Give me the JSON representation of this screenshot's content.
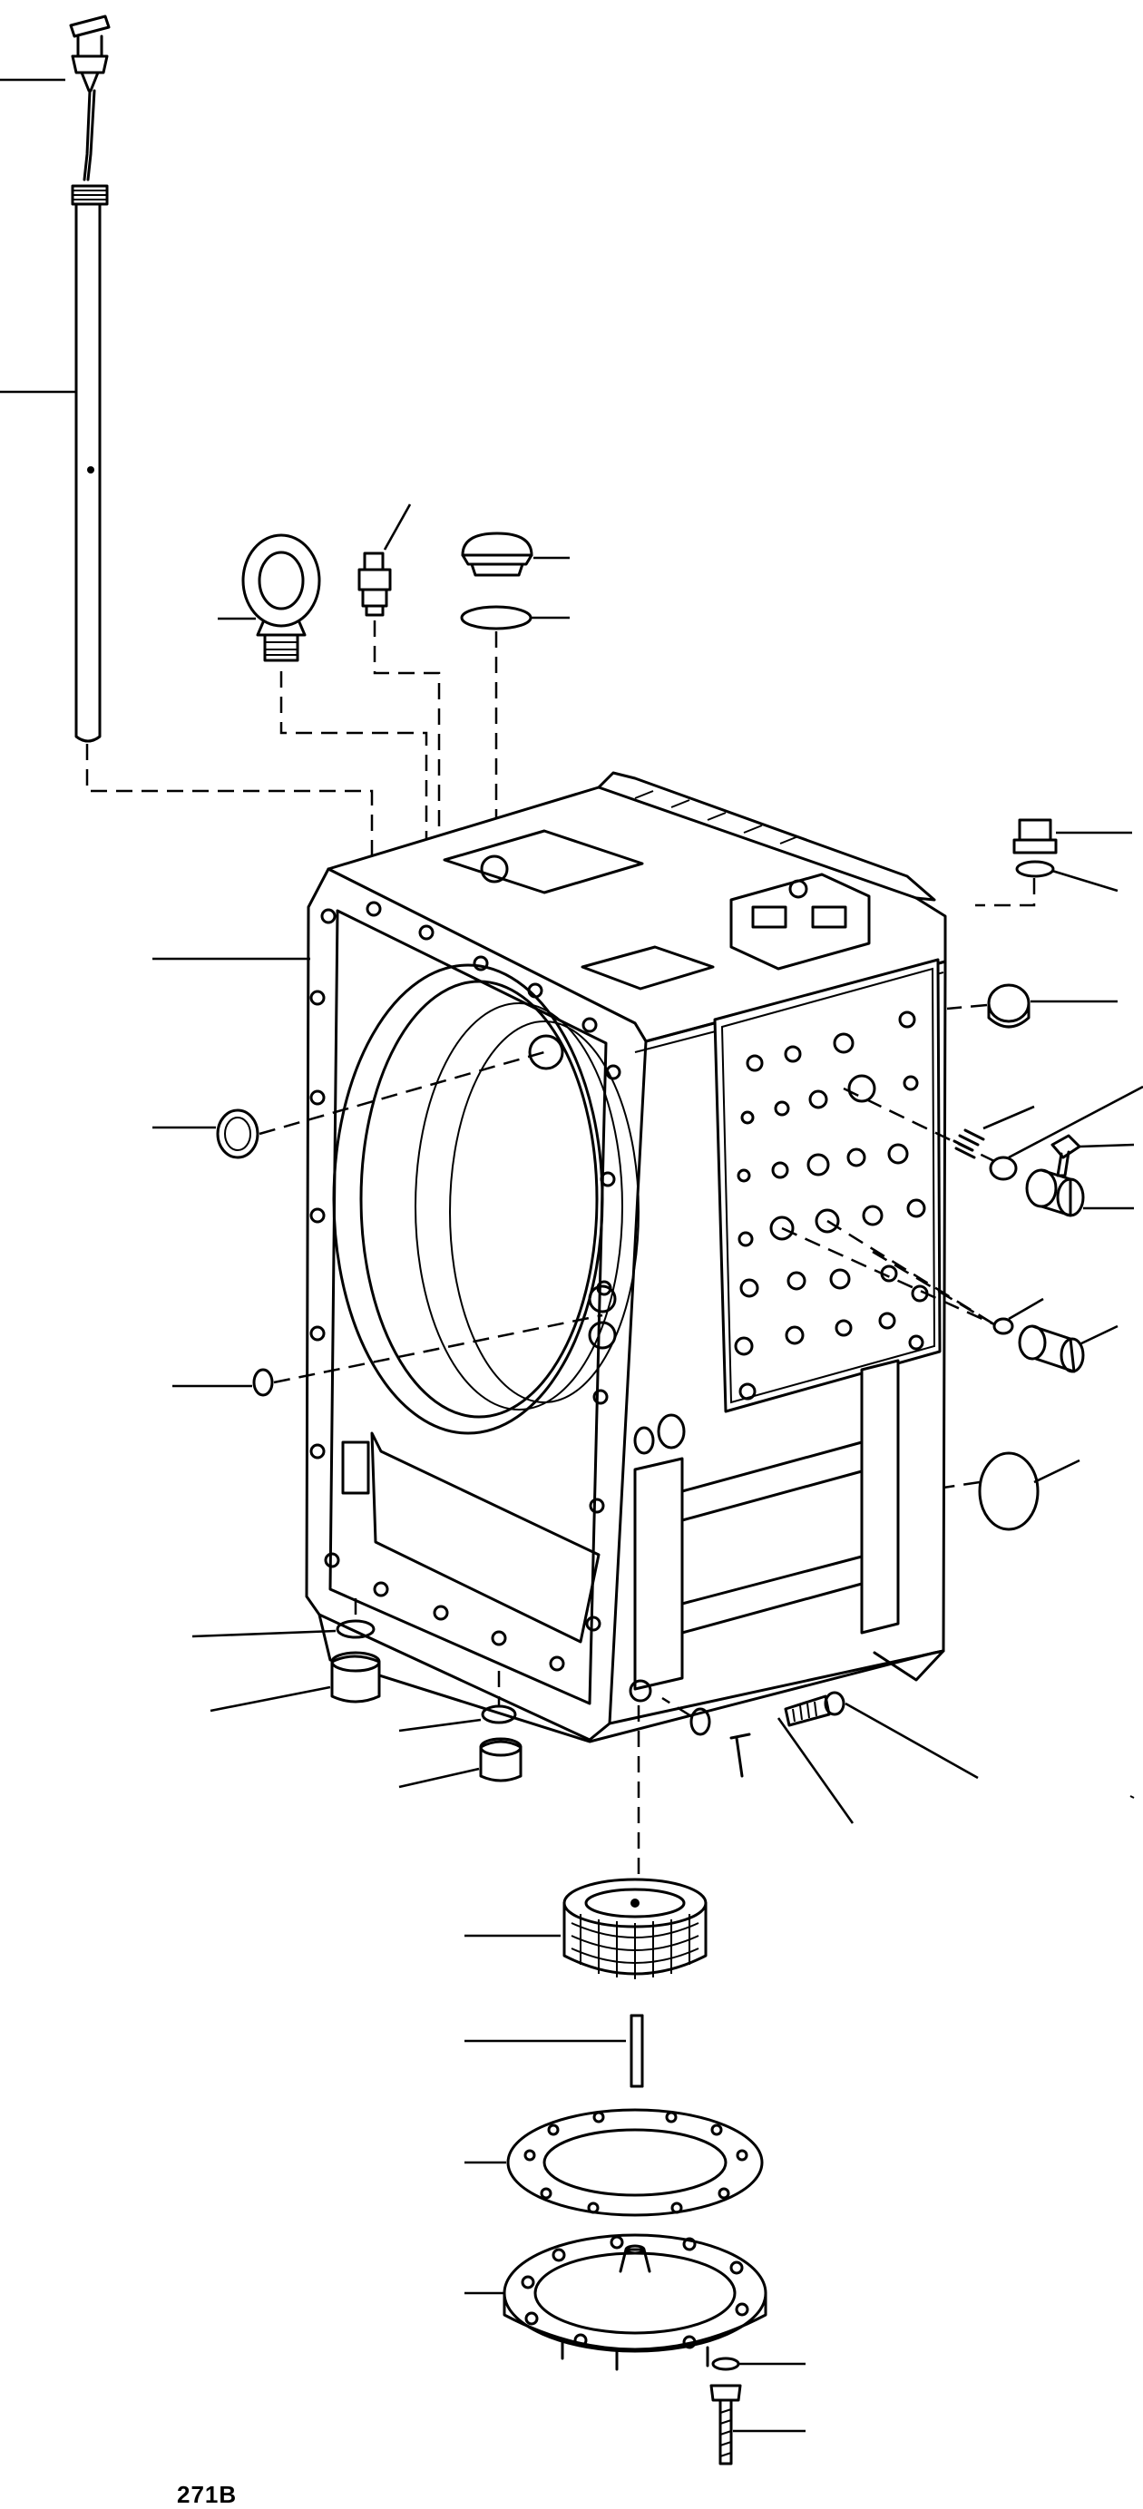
{
  "figure": {
    "caption": "271B"
  },
  "parts": [
    {
      "id": "dipstick-handle"
    },
    {
      "id": "dipstick-tube"
    },
    {
      "id": "eye-bolt"
    },
    {
      "id": "pressure-switch"
    },
    {
      "id": "breather-cap"
    },
    {
      "id": "breather-gasket"
    },
    {
      "id": "top-plug"
    },
    {
      "id": "top-plug-washer"
    },
    {
      "id": "transmission-housing"
    },
    {
      "id": "side-plug"
    },
    {
      "id": "housing-o-ring"
    },
    {
      "id": "valve-spring"
    },
    {
      "id": "valve-ball"
    },
    {
      "id": "valve-pin"
    },
    {
      "id": "valve-plunger"
    },
    {
      "id": "small-o-ring"
    },
    {
      "id": "valve-spool"
    },
    {
      "id": "cover-gasket"
    },
    {
      "id": "drain-washer"
    },
    {
      "id": "drain-plug"
    },
    {
      "id": "drain-washer-2"
    },
    {
      "id": "drain-plug-2"
    },
    {
      "id": "dowel-pin"
    },
    {
      "id": "stud"
    },
    {
      "id": "suction-screen"
    },
    {
      "id": "screen-stud"
    },
    {
      "id": "sump-gasket"
    },
    {
      "id": "sump-cover"
    },
    {
      "id": "cover-washer"
    },
    {
      "id": "cover-bolt"
    }
  ]
}
